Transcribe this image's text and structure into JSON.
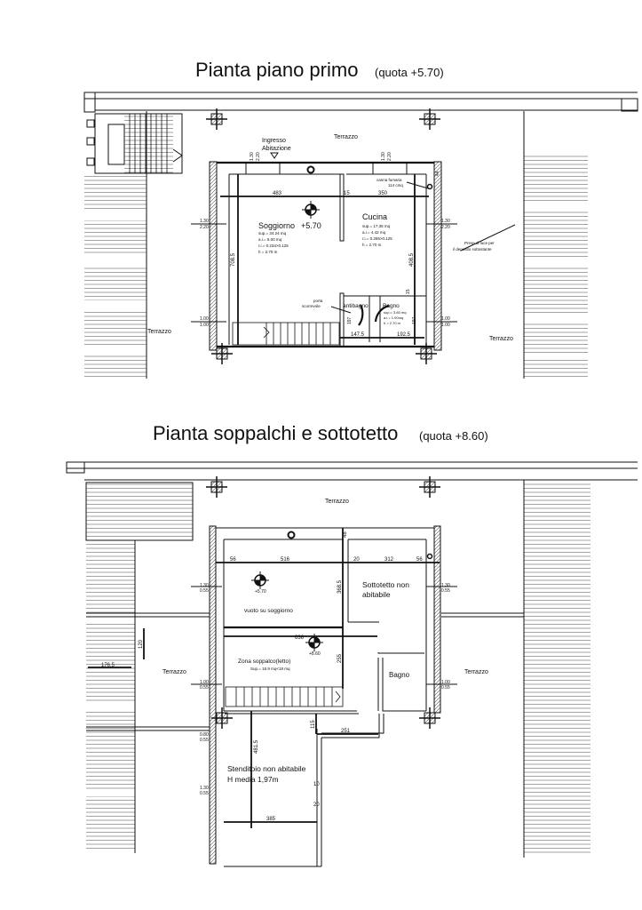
{
  "plan_top": {
    "title": "Pianta piano primo",
    "quota": "(quota +5.70)",
    "labels": {
      "terrazzo_top": "Terrazzo",
      "terrazzo_left": "Terrazzo",
      "terrazzo_right": "Terrazzo",
      "ingresso_1": "Ingresso",
      "ingresso_2": "Abitazione",
      "canna_1": "canna fumaria",
      "canna_2": "114 cmq",
      "prese_1": "Prese di luce per",
      "prese_2": "il deposito sottostante",
      "porta_1": "porta",
      "porta_2": "scorrevole",
      "level": "+5.70"
    },
    "rooms": {
      "soggiorno": {
        "name": "Soggiorno",
        "sup": "sup.= 34.24 mq",
        "ai": "a.i.= 8.00 mq",
        "ri": "r.i.= 0.234>0.125",
        "h": "h = 2.70 m"
      },
      "cucina": {
        "name": "Cucina",
        "sup": "sup.= 17.35 mq",
        "ai": "a.i.= 4.42 mq",
        "ri": "r.i.= 0.255>0.125",
        "h": "h = 2.70 m"
      },
      "antibagno": {
        "name": "antibagno"
      },
      "bagno": {
        "name": "Bagno",
        "sup": "sup.= 3.80 mq",
        "ai": "a.i.= 1.00mq",
        "h": "h = 2.70 m"
      }
    },
    "dims": [
      "483",
      "15",
      "350",
      "708.5",
      "408.5",
      "44",
      "15",
      "147.5",
      "192.5",
      "197",
      "197"
    ],
    "windows": [
      "1.30",
      "2.20",
      "1.30",
      "2.20",
      "1.00",
      "1.00",
      "1.00",
      "1.00",
      "1.30",
      "2.20",
      "1.30",
      "2.20"
    ]
  },
  "plan_bottom": {
    "title": "Pianta soppalchi e sottotetto",
    "quota": "(quota +8.60)",
    "labels": {
      "terrazzo_top": "Terrazzo",
      "terrazzo_left": "Terrazzo",
      "terrazzo_right": "Terrazzo",
      "vuoto": "vuoto su soggiorno",
      "level_1": "+5.70",
      "level_2": "+8.60",
      "sottotetto_1": "Sottotetto non",
      "sottotetto_2": "abitabile",
      "zona": "Zona soppalco(letto)",
      "zona_sup": "Sup.= 16.9 mq<18 mq",
      "bagno": "Bagno",
      "stenditoio_1": "Stenditoio non abitabile",
      "stenditoio_2": "H media 1,97m"
    },
    "dims": [
      "56",
      "516",
      "20",
      "312",
      "56",
      "48",
      "368.5",
      "636",
      "255",
      "176.5",
      "120",
      "481.5",
      "115",
      "251",
      "10",
      "20",
      "385"
    ],
    "windows": [
      "1.30",
      "0.55",
      "1.00",
      "0.55",
      "0.80",
      "0.55",
      "1.30",
      "0.55",
      "1.30",
      "0.55",
      "1.00",
      "0.55"
    ]
  }
}
